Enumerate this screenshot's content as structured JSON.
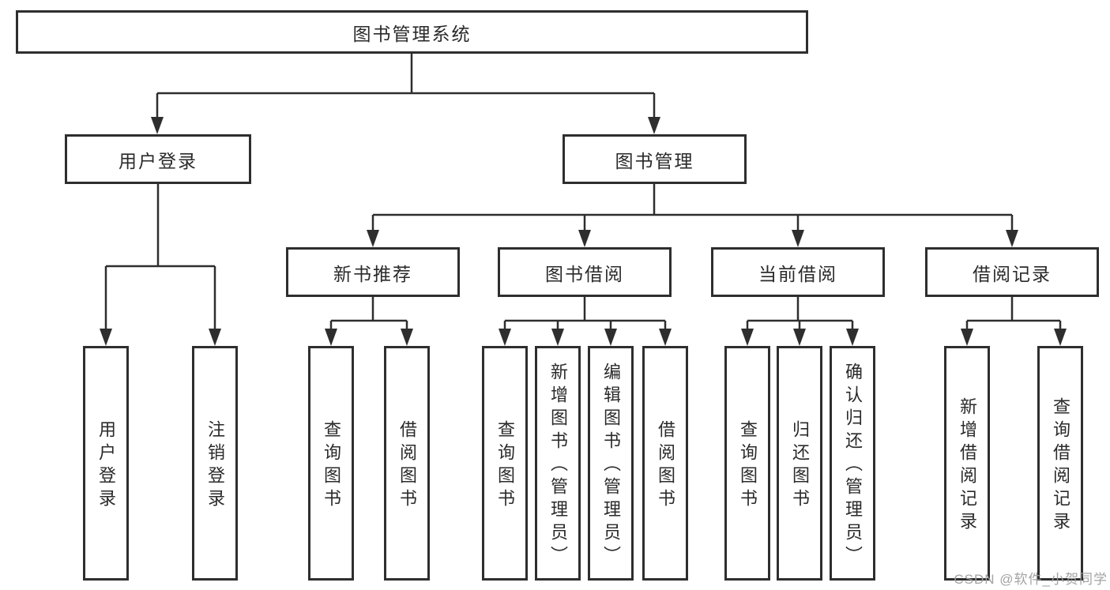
{
  "tree": {
    "root": {
      "label": "图书管理系统"
    },
    "user_login": {
      "label": "用户登录",
      "children": [
        {
          "label": "用户登录"
        },
        {
          "label": "注销登录"
        }
      ]
    },
    "book_mgmt": {
      "label": "图书管理",
      "children": [
        {
          "label": "新书推荐",
          "children": [
            {
              "label": "查询图书"
            },
            {
              "label": "借阅图书"
            }
          ]
        },
        {
          "label": "图书借阅",
          "children": [
            {
              "label": "查询图书"
            },
            {
              "label": "新增图书（管理员）"
            },
            {
              "label": "编辑图书（管理员）"
            },
            {
              "label": "借阅图书"
            }
          ]
        },
        {
          "label": "当前借阅",
          "children": [
            {
              "label": "查询图书"
            },
            {
              "label": "归还图书"
            },
            {
              "label": "确认归还（管理员）"
            }
          ]
        },
        {
          "label": "借阅记录",
          "children": [
            {
              "label": "新增借阅记录"
            },
            {
              "label": "查询借阅记录"
            }
          ]
        }
      ]
    }
  },
  "watermark": {
    "text": "CSDN @软件_小贺同学"
  },
  "colors": {
    "line": "#2e2e2e",
    "box_border": "#2e2e2e",
    "text": "#2a2a2a",
    "watermark": "#9e9e9e",
    "background": "#ffffff"
  }
}
